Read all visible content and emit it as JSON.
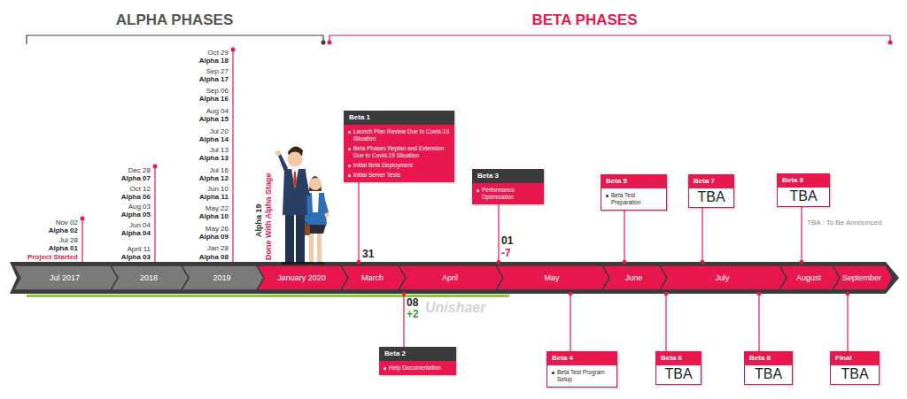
{
  "diagram": {
    "nodes": [
      {
        "text": [
          "Jul 2017"
        ]
      },
      {
        "text": [
          "2018"
        ]
      },
      {
        "text": [
          "2019"
        ]
      },
      {
        "text": [
          "January 2020"
        ]
      },
      {
        "text": [
          "March"
        ]
      },
      {
        "text": [
          "April"
        ]
      },
      {
        "text": [
          "May"
        ]
      },
      {
        "text": [
          "June"
        ]
      },
      {
        "text": [
          "July"
        ]
      },
      {
        "text": [
          "August"
        ]
      },
      {
        "text": [
          "September"
        ]
      },
      {
        "text": [
          "Beta 1",
          "Launch Plan Review Due to Covid-19 Situation",
          "Beta Phases Replan and Extension Due to Covid-19 Situation",
          "Initial Beta Deployment",
          "Initial Server Tests"
        ]
      },
      {
        "text": [
          "Beta 2",
          "Help Documentation"
        ]
      },
      {
        "text": [
          "Beta 3",
          "Performance Optimization"
        ]
      },
      {
        "text": [
          "Beta 4",
          "Beta Test Program Setup"
        ]
      },
      {
        "text": [
          "Beta 5",
          "Beta Test Preparation"
        ]
      },
      {
        "text": [
          "Beta 6",
          "TBA"
        ]
      },
      {
        "text": [
          "Beta 7",
          "TBA"
        ]
      },
      {
        "text": [
          "Beta 8",
          "TBA"
        ]
      },
      {
        "text": [
          "Beta 9",
          "TBA"
        ]
      },
      {
        "text": [
          "Final",
          "TBA"
        ]
      }
    ],
    "edges": [
      {
        "from": 11,
        "to": 4,
        "arrow": "none"
      },
      {
        "from": 12,
        "to": 5,
        "arrow": "none"
      },
      {
        "from": 13,
        "to": 6,
        "arrow": "none"
      },
      {
        "from": 14,
        "to": 6,
        "arrow": "none"
      },
      {
        "from": 15,
        "to": 7,
        "arrow": "none"
      },
      {
        "from": 16,
        "to": 8,
        "arrow": "none"
      },
      {
        "from": 17,
        "to": 8,
        "arrow": "none"
      },
      {
        "from": 18,
        "to": 8,
        "arrow": "none"
      },
      {
        "from": 19,
        "to": 9,
        "arrow": "none"
      },
      {
        "from": 20,
        "to": 10,
        "arrow": "none"
      }
    ],
    "labels": [
      "ALPHA PHASES",
      "BETA PHASES",
      "Nov 02",
      "Alpha 02",
      "Jul 28",
      "Alpha 01",
      "Project Started",
      "Dec 28",
      "Alpha 07",
      "Oct 12",
      "Alpha 06",
      "Aug 03",
      "Alpha 05",
      "Jun 04",
      "Alpha 04",
      "April 11",
      "Alpha 03",
      "Oct 29",
      "Alpha 18",
      "Sep 27",
      "Alpha 17",
      "Sep 06",
      "Alpha 16",
      "Aug 04",
      "Alpha 15",
      "Jul 20",
      "Alpha 14",
      "Jul 13",
      "Alpha 13",
      "Jul 16",
      "Alpha 12",
      "Jun 10",
      "Alpha 11",
      "May 22",
      "Alpha 10",
      "May 26",
      "Alpha 09",
      "Jan 28",
      "Alpha 08",
      "Alpha 19",
      "Done With Alpha Stage",
      "31",
      "08",
      "+2",
      "01",
      "-7",
      "TBA : To Be Announced",
      "Unishaer"
    ]
  }
}
